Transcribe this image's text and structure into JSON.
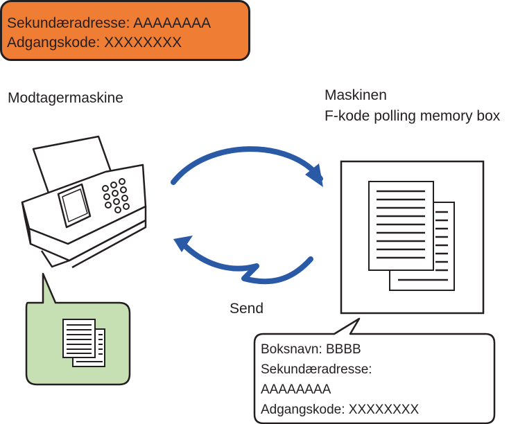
{
  "top_box": {
    "line1": "Sekundæradresse: AAAAAAAA",
    "line2": "Adgangskode: XXXXXXXX",
    "fill_color": "#f07d34"
  },
  "receiver": {
    "label": "Modtagermaskine"
  },
  "machine": {
    "line1": "Maskinen",
    "line2": "F-kode polling memory box"
  },
  "send_label": "Send",
  "info_callout": {
    "line1": "Boksnavn: BBBB",
    "line2": "Sekundæradresse:",
    "line3": "AAAAAAAA",
    "line4": "Adgangskode: XXXXXXXX"
  },
  "colors": {
    "arrow": "#2a5aa6",
    "received_bubble": "#c6e0b4"
  }
}
